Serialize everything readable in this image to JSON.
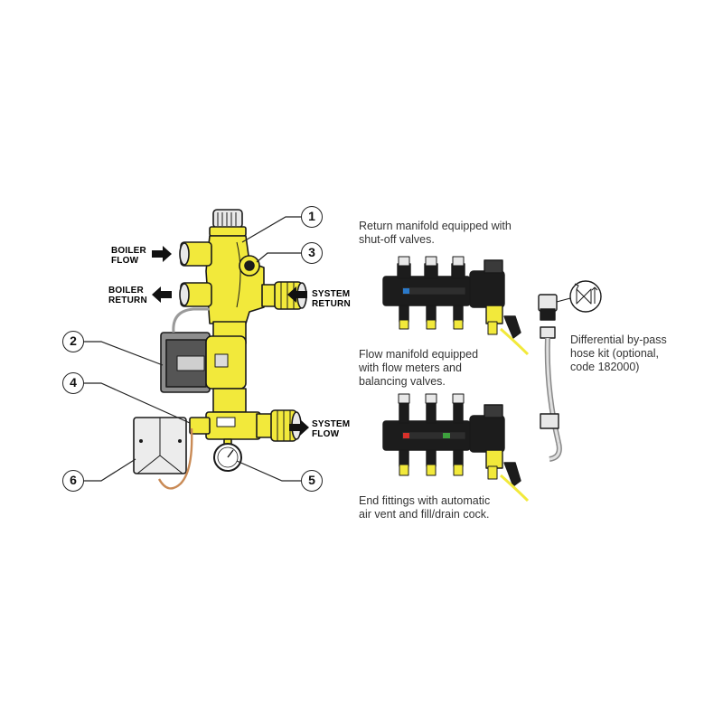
{
  "labels": {
    "boiler_flow": "BOILER FLOW",
    "boiler_return": "BOILER RETURN",
    "system_return": "SYSTEM RETURN",
    "system_flow": "SYSTEM FLOW"
  },
  "callouts": [
    "1",
    "2",
    "3",
    "4",
    "5",
    "6"
  ],
  "captions": {
    "return_manifold": "Return manifold equipped with shut-off valves.",
    "flow_manifold": "Flow manifold equipped with flow meters and balancing valves.",
    "end_fittings": "End fittings with automatic air vent and fill/drain cock.",
    "bypass_kit": "Differential by-pass hose kit (optional, code 182000)"
  },
  "colors": {
    "brass": "#f2e93b",
    "brass_shade": "#c9bf1f",
    "body_black": "#1c1c1c",
    "pump_grey": "#8d8d8d",
    "outline": "#1a1a1a",
    "red_marker": "#d8302a",
    "blue_marker": "#2a79c9",
    "green_marker": "#3da13d",
    "cable_copper": "#c98a55"
  }
}
